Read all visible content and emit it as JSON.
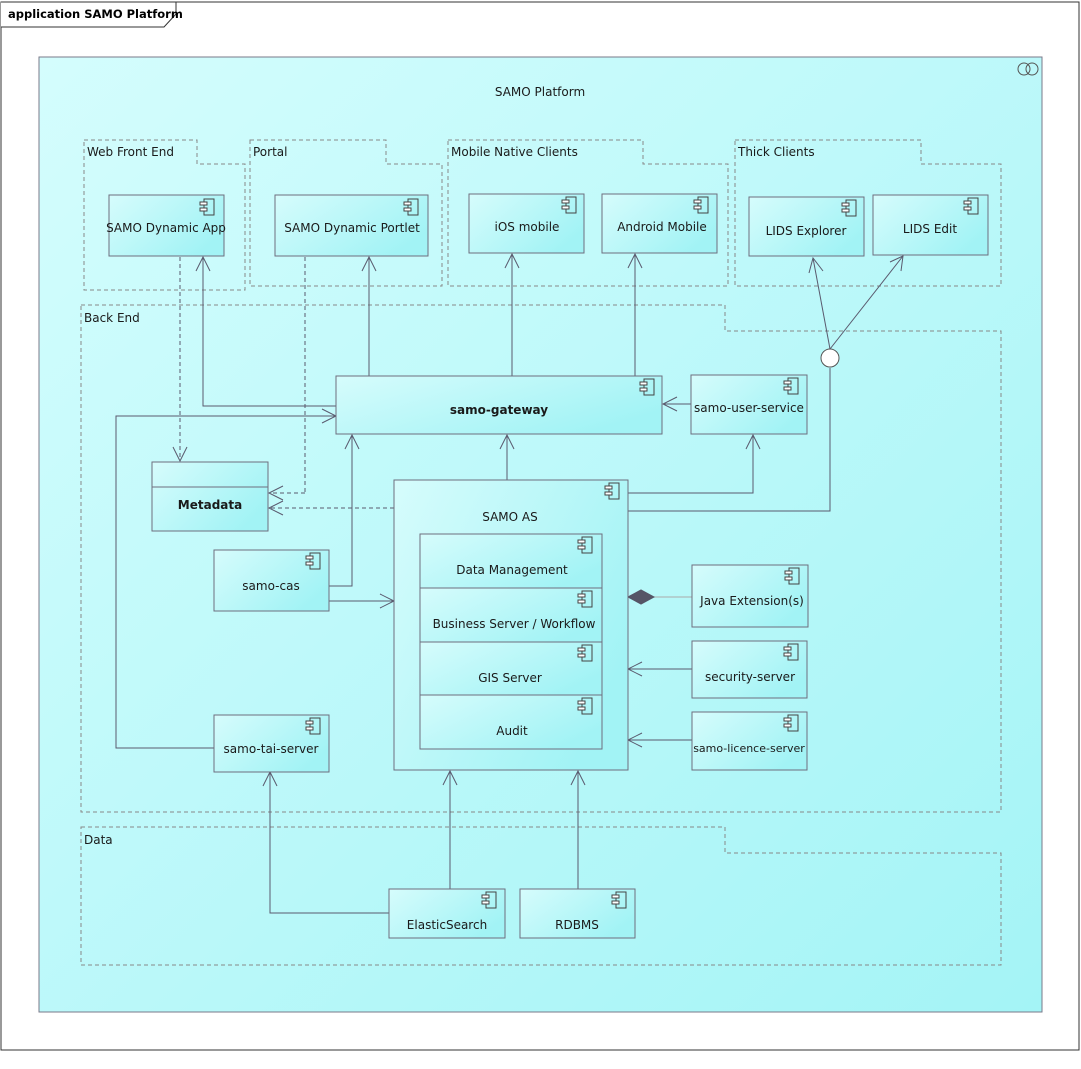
{
  "frame_title": "application SAMO Platform",
  "platform_title": "SAMO Platform",
  "packages": {
    "web_front_end": "Web Front End",
    "portal": "Portal",
    "mobile_native_clients": "Mobile Native Clients",
    "thick_clients": "Thick Clients",
    "back_end": "Back End",
    "data": "Data"
  },
  "components": {
    "samo_dynamic_app": "SAMO Dynamic App",
    "samo_dynamic_portlet": "SAMO Dynamic Portlet",
    "ios_mobile": "iOS mobile",
    "android_mobile": "Android Mobile",
    "lids_explorer": "LIDS Explorer",
    "lids_edit": "LIDS Edit",
    "samo_gateway": "samo-gateway",
    "samo_user_service": "samo-user-service",
    "metadata": "Metadata",
    "samo_as": "SAMO AS",
    "data_management": "Data Management",
    "business_server": "Business Server / Workflow",
    "gis_server": "GIS Server",
    "audit": "Audit",
    "samo_cas": "samo-cas",
    "java_extensions": "Java Extension(s)",
    "security_server": "security-server",
    "samo_licence_server": "samo-licence-server",
    "samo_tai_server": "samo-tai-server",
    "elasticsearch": "ElasticSearch",
    "rdbms": "RDBMS"
  },
  "colors": {
    "fill_start": "#d2fcfc",
    "fill_end": "#a6f6f8",
    "stroke": "#6e6e7e",
    "line": "#5a5a6e"
  }
}
